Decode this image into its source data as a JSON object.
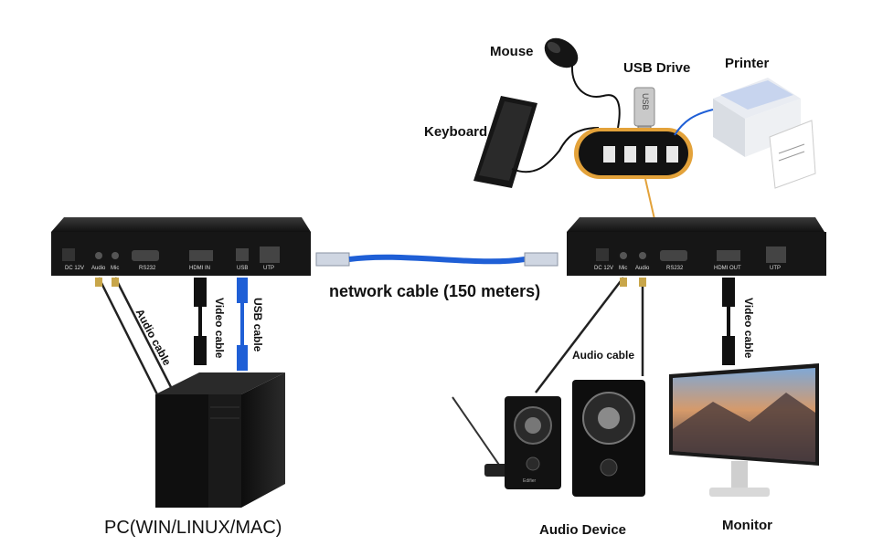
{
  "labels": {
    "mouse": "Mouse",
    "usb_drive": "USB Drive",
    "printer": "Printer",
    "keyboard": "Keyboard",
    "network_cable": "network cable (150 meters)",
    "audio_cable_left": "Audio cable",
    "video_cable_left": "Video cable",
    "usb_cable": "USB cable",
    "audio_cable_right": "Audio cable",
    "video_cable_right": "Video cable",
    "pc": "PC(WIN/LINUX/MAC)",
    "audio_device": "Audio Device",
    "monitor": "Monitor"
  },
  "transmitter_ports": [
    "DC 12V",
    "Audio",
    "Mic",
    "RS232",
    "HDMI IN",
    "USB",
    "UTP"
  ],
  "receiver_ports": [
    "DC 12V",
    "Mic",
    "Audio",
    "RS232",
    "HDMI OUT",
    "UTP"
  ],
  "usb_drive_text": "USB",
  "speaker_brand": "Edifier",
  "colors": {
    "network_cable": "#1f5fd6",
    "device_body": "#1a1a1a",
    "hub_accent": "#e3a23a"
  }
}
